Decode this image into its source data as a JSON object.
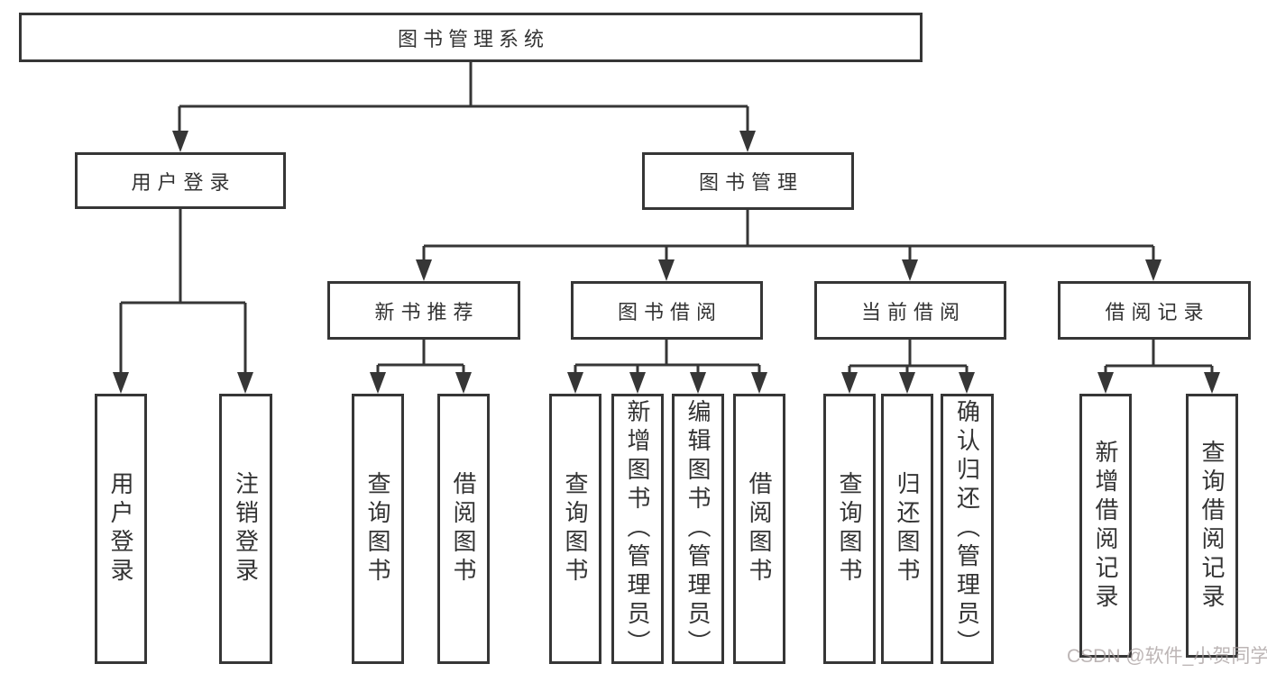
{
  "diagram": {
    "title": "图书管理系统",
    "branches": [
      {
        "label": "用户登录",
        "children": [
          {
            "label": "用户登录"
          },
          {
            "label": "注销登录"
          }
        ]
      },
      {
        "label": "图书管理",
        "children": [
          {
            "label": "新书推荐",
            "children": [
              {
                "label": "查询图书"
              },
              {
                "label": "借阅图书"
              }
            ]
          },
          {
            "label": "图书借阅",
            "children": [
              {
                "label": "查询图书"
              },
              {
                "label": "新增图书（管理员）"
              },
              {
                "label": "编辑图书（管理员）"
              },
              {
                "label": "借阅图书"
              }
            ]
          },
          {
            "label": "当前借阅",
            "children": [
              {
                "label": "查询图书"
              },
              {
                "label": "归还图书"
              },
              {
                "label": "确认归还（管理员）"
              }
            ]
          },
          {
            "label": "借阅记录",
            "children": [
              {
                "label": "新增借阅记录"
              },
              {
                "label": "查询借阅记录"
              }
            ]
          }
        ]
      }
    ]
  },
  "watermark": "CSDN @软件_小贺同学",
  "colors": {
    "line": "#363636",
    "box_border": "#363636",
    "text": "#333333",
    "background": "#ffffff",
    "watermark": "#a69c9c"
  }
}
